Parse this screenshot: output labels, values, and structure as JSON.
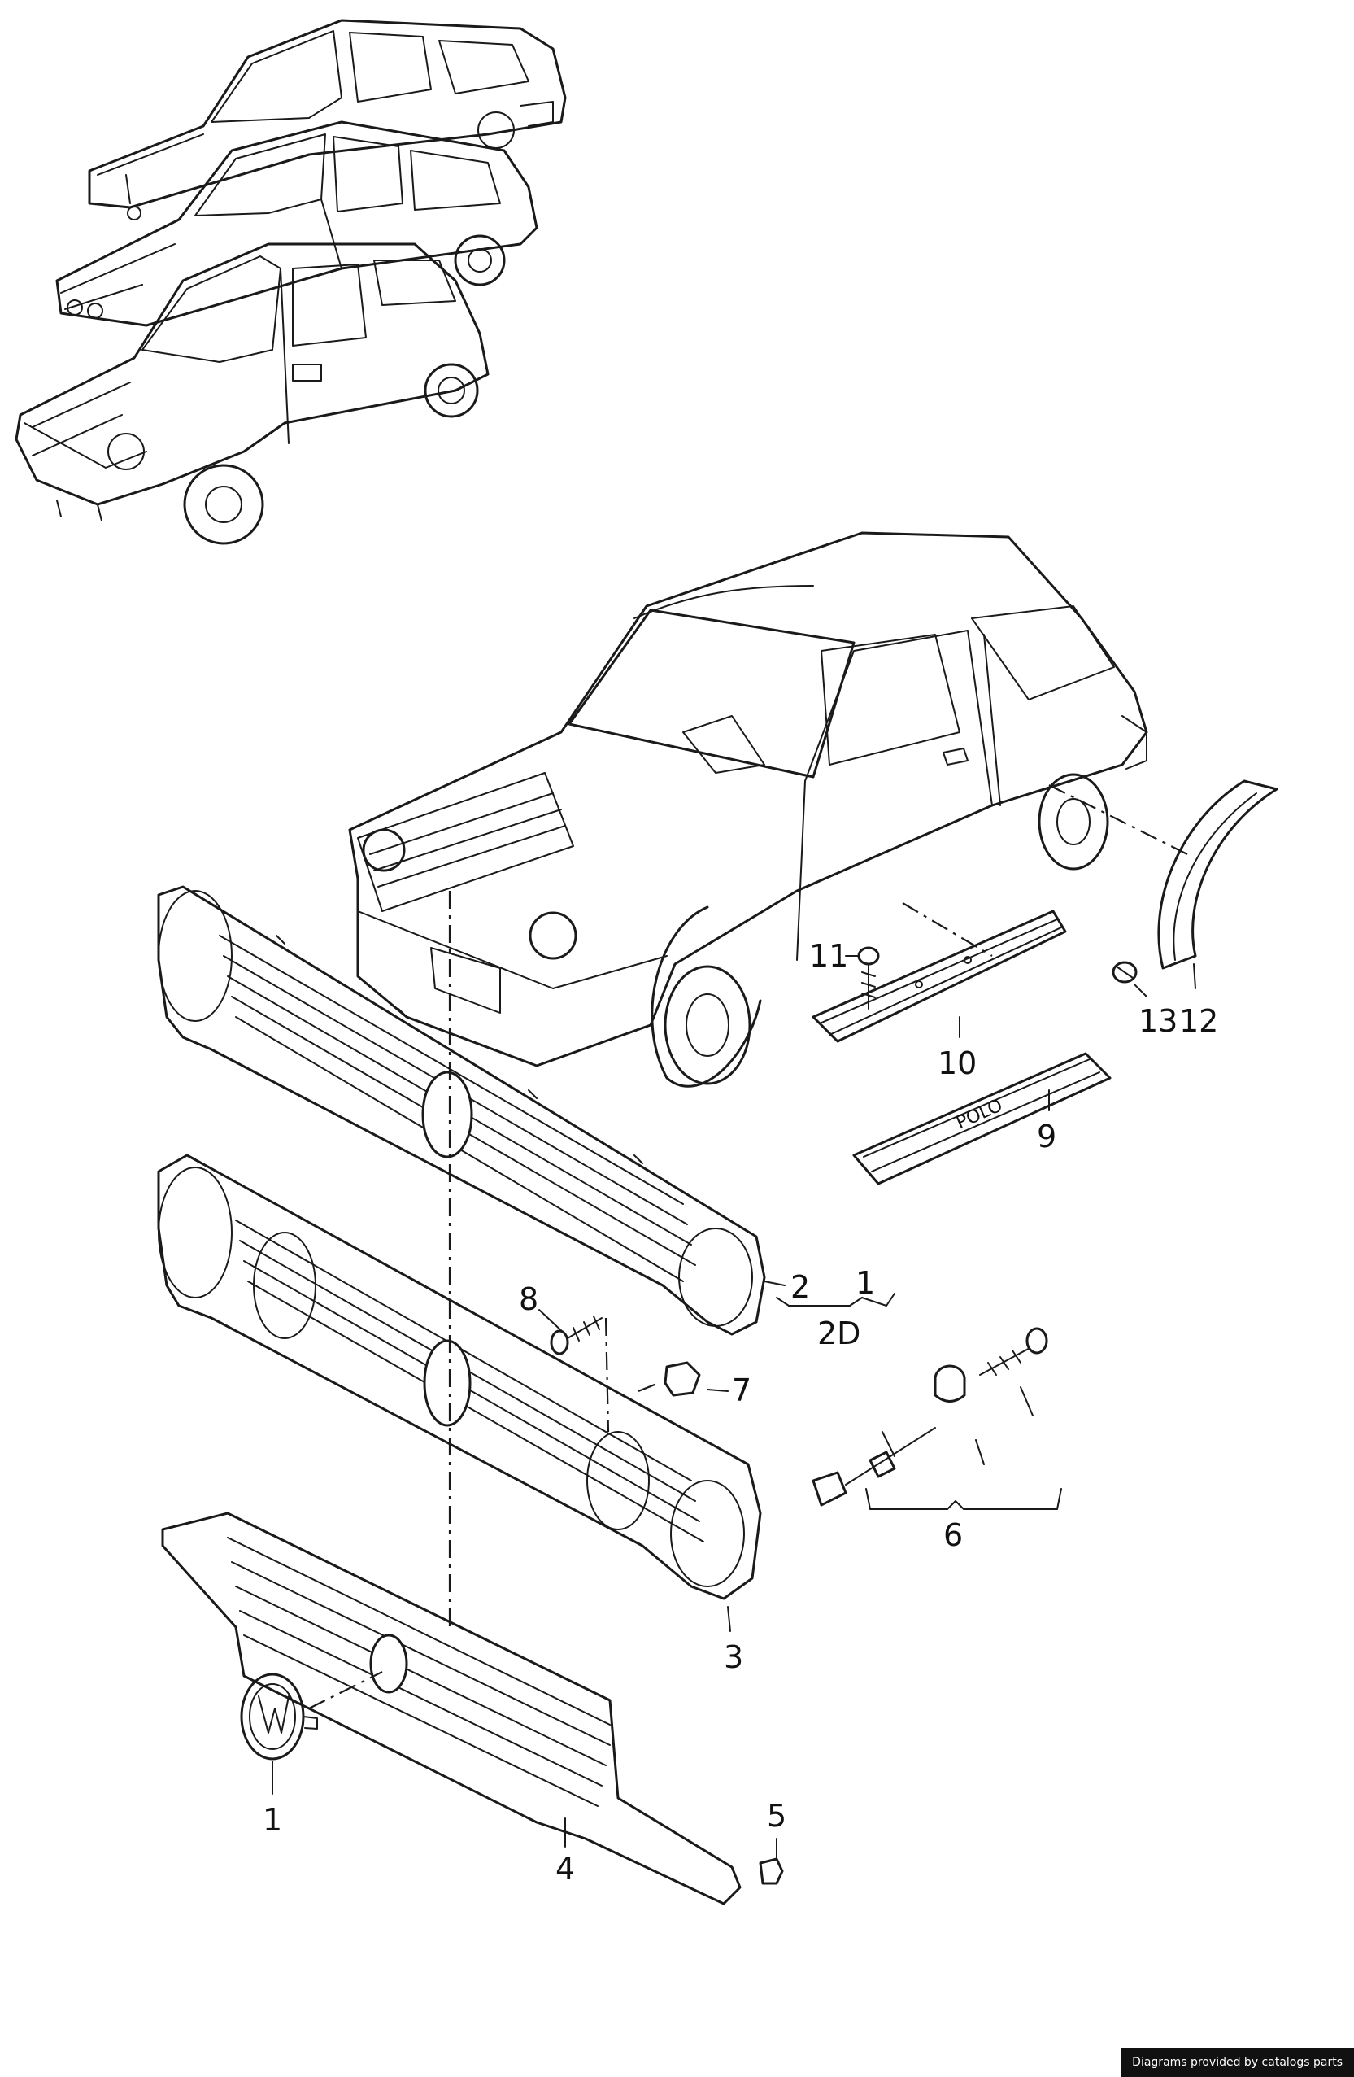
{
  "callouts": {
    "c1": "1",
    "c1b": "1",
    "c2": "2",
    "c2d": "2D",
    "c3": "3",
    "c4": "4",
    "c5": "5",
    "c6": "6",
    "c7": "7",
    "c8": "8",
    "c9": "9",
    "c10": "10",
    "c11": "11",
    "c12": "12",
    "c13": "13"
  },
  "sill_text": "POLO",
  "credit": "Diagrams provided by catalogs parts"
}
